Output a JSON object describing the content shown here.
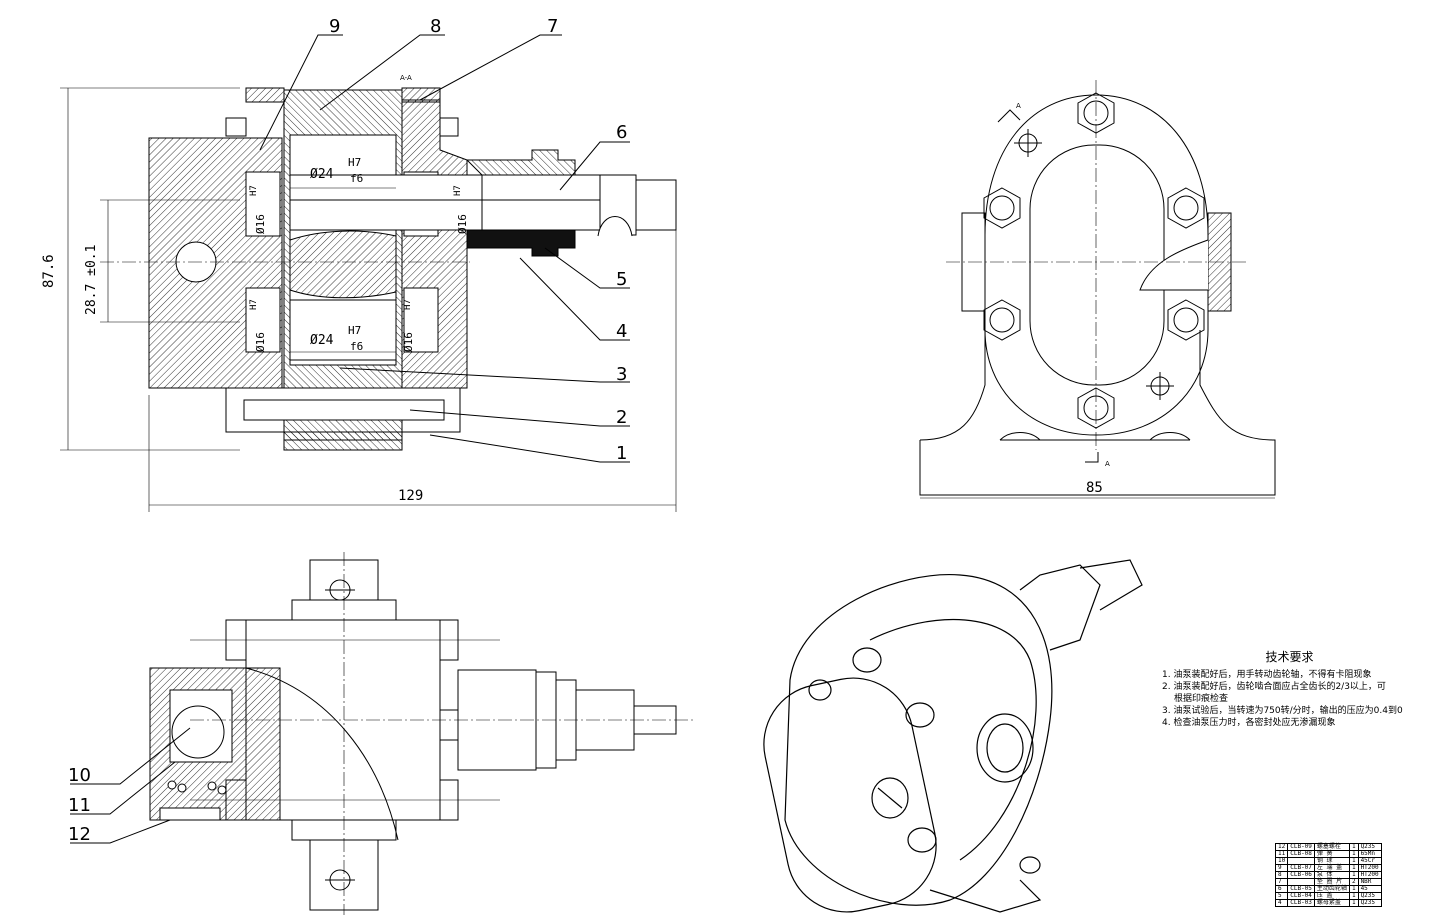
{
  "part_labels": [
    "1",
    "2",
    "3",
    "4",
    "5",
    "6",
    "7",
    "8",
    "9",
    "10",
    "11",
    "12"
  ],
  "section_mark_main": "A-A",
  "section_mark_letter": "A",
  "dimensions": {
    "overall_height": "87.6",
    "center_distance": "28.7 ±0.1",
    "overall_width": "129",
    "side_width": "85",
    "shaft_dia_upper": "Ø24",
    "shaft_dia_lower": "Ø24",
    "fit_upper": "H7",
    "fit_lower": "f6",
    "bore_dia": "Ø16",
    "fit_h7": "H7",
    "fit_f6": "f6"
  },
  "tech_requirements": {
    "title": "技术要求",
    "items": [
      "1. 油泵装配好后，用手转动齿轮轴，不得有卡阻现象",
      "2. 油泵装配好后，齿轮啮合面应占全齿长的2/3以上，可",
      "根据印痕检查",
      "3. 油泵试验后，当转速为750转/分时，输出的压应为0.4到0",
      "4. 检查油泵压力时，各密封处应无渗漏现象"
    ]
  },
  "bom": [
    [
      "12",
      "CLB-09",
      "螺塞螺栓",
      "1",
      "Q235"
    ],
    [
      "11",
      "CLB-08",
      "弹  簧",
      "1",
      "65Mn"
    ],
    [
      "10",
      "",
      "钢  球",
      "1",
      "45Cr"
    ],
    [
      "9",
      "CLB-07",
      "左 端 盖",
      "1",
      "HT200"
    ],
    [
      "8",
      "CLB-06",
      "泵  体",
      "1",
      "HT200"
    ],
    [
      "7",
      "",
      "垫 圈 片",
      "2",
      "NBR"
    ],
    [
      "6",
      "CLB-05",
      "主动齿轮轴",
      "1",
      "45"
    ],
    [
      "5",
      "CLB-04",
      "压  盖",
      "1",
      "Q235"
    ],
    [
      "4",
      "CLB-03",
      "螺母紧盖",
      "1",
      "Q235"
    ]
  ]
}
